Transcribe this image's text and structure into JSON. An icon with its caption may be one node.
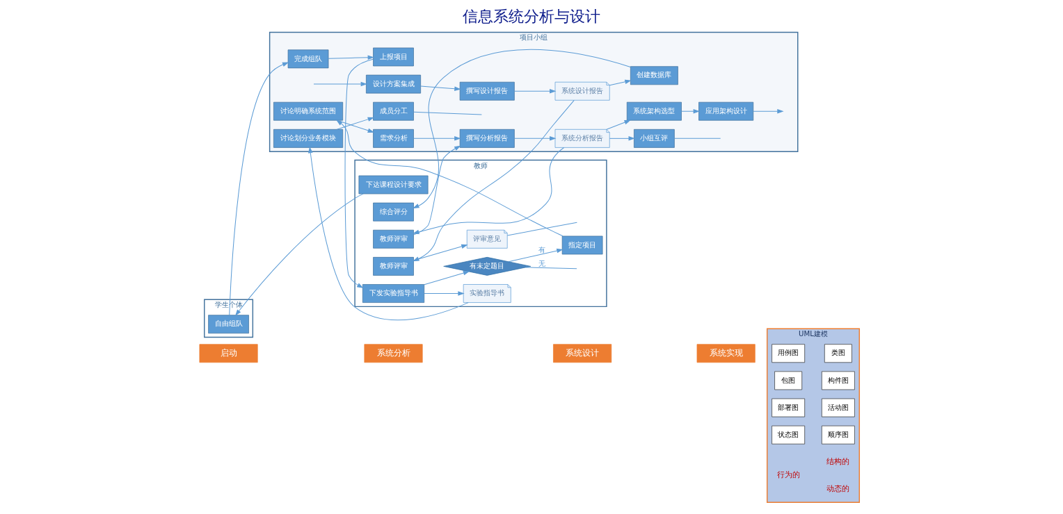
{
  "diagram": {
    "title": "信息系统分析与设计",
    "nodes": [
      {
        "text": [
          "启动"
        ]
      },
      {
        "text": [
          "系统分析"
        ]
      },
      {
        "text": [
          "系统设计"
        ]
      },
      {
        "text": [
          "系统实现"
        ]
      },
      {
        "text": [
          "UML建模"
        ]
      },
      {
        "text": [
          "教师"
        ]
      },
      {
        "text": [
          "学生个体"
        ]
      },
      {
        "text": [
          "项目小组"
        ]
      },
      {
        "text": [
          "下达课程设计要求"
        ],
        "in": 5
      },
      {
        "text": [
          "下发实验指导书"
        ],
        "in": 5
      },
      {
        "text": [
          "有未定题目"
        ],
        "in": 5
      },
      {
        "text": [
          "实验指导书"
        ],
        "in": 5
      },
      {
        "text": [
          "指定项目"
        ],
        "in": 5
      },
      {
        "text": [
          "教师评审"
        ],
        "in": 5
      },
      {
        "text": [
          "教师评审"
        ],
        "in": 5
      },
      {
        "text": [
          "评审意见"
        ],
        "in": 5
      },
      {
        "text": [
          "综合评分"
        ],
        "in": 5
      },
      {
        "text": [
          "自由组队"
        ],
        "in": 6
      },
      {
        "text": [
          "完成组队"
        ],
        "in": 7
      },
      {
        "text": [
          "上报项目"
        ],
        "in": 7
      },
      {
        "text": [
          "讨论划分业务模块"
        ],
        "in": 7
      },
      {
        "text": [
          "成员分工"
        ],
        "in": 7
      },
      {
        "text": [
          "讨论明确系统范围"
        ],
        "in": 7
      },
      {
        "text": [
          "需求分析"
        ],
        "in": 7
      },
      {
        "text": [
          "小组互评"
        ],
        "in": 7
      },
      {
        "text": [
          "系统分析报告"
        ],
        "in": 7
      },
      {
        "text": [
          "撰写分析报告"
        ],
        "in": 7
      },
      {
        "text": [
          "应用架构设计"
        ],
        "in": 7
      },
      {
        "text": [
          "系统架构选型"
        ],
        "in": 7
      },
      {
        "text": [
          "设计方案集成"
        ],
        "in": 7
      },
      {
        "text": [
          "撰写设计报告"
        ],
        "in": 7
      },
      {
        "text": [
          "系统设计报告"
        ],
        "in": 7
      },
      {
        "text": [
          "创建数据库"
        ],
        "in": 7
      },
      {
        "text": [
          "用例图"
        ],
        "in": 4
      },
      {
        "text": [
          "类图"
        ],
        "in": 4
      },
      {
        "text": [
          "包图"
        ],
        "in": 4
      },
      {
        "text": [
          "构件图"
        ],
        "in": 4
      },
      {
        "text": [
          "部署图"
        ],
        "in": 4
      },
      {
        "text": [
          "活动图"
        ],
        "in": 4
      },
      {
        "text": [
          "状态图"
        ],
        "in": 4
      },
      {
        "text": [
          "顺序图"
        ],
        "in": 4
      }
    ],
    "edges": [
      {
        "from": 8,
        "to": 17,
        "arrow": "to"
      },
      {
        "from": 17,
        "to": 18,
        "arrow": "to"
      },
      {
        "from": 18,
        "to": 19,
        "arrow": "to"
      },
      {
        "from": 19,
        "to": 9,
        "arrow": "to"
      },
      {
        "from": 9,
        "to": 10,
        "arrow": "to"
      },
      {
        "from": 9,
        "to": 11,
        "arrow": "to"
      },
      {
        "from": 10,
        "to": 12,
        "arrow": "to",
        "label": "有"
      },
      {
        "from": 10,
        "to": null,
        "arrow": "none",
        "label": "无"
      },
      {
        "from": 11,
        "to": 20,
        "arrow": "to"
      },
      {
        "from": 12,
        "to": 22,
        "arrow": "to"
      },
      {
        "from": 20,
        "to": 21,
        "arrow": "to"
      },
      {
        "from": 21,
        "to": null,
        "arrow": "none"
      },
      {
        "from": 22,
        "to": 23,
        "arrow": "to"
      },
      {
        "from": 23,
        "to": 26,
        "arrow": "to"
      },
      {
        "from": 13,
        "to": 26,
        "arrow": "to"
      },
      {
        "from": 26,
        "to": 25,
        "arrow": "to"
      },
      {
        "from": 25,
        "to": 24,
        "arrow": "to"
      },
      {
        "from": 24,
        "to": null,
        "arrow": "none"
      },
      {
        "from": 25,
        "to": 13,
        "arrow": "to"
      },
      {
        "from": 25,
        "to": 28,
        "arrow": "to"
      },
      {
        "from": 28,
        "to": 27,
        "arrow": "to"
      },
      {
        "from": 27,
        "to": null,
        "arrow": "to"
      },
      {
        "from": null,
        "to": 29,
        "arrow": "to"
      },
      {
        "from": 29,
        "to": 30,
        "arrow": "to"
      },
      {
        "from": 30,
        "to": 31,
        "arrow": "to"
      },
      {
        "from": 31,
        "to": 14,
        "arrow": "to"
      },
      {
        "from": 14,
        "to": 15,
        "arrow": "to"
      },
      {
        "from": 15,
        "to": null,
        "arrow": "none"
      },
      {
        "from": 31,
        "to": 32,
        "arrow": "to"
      },
      {
        "from": 32,
        "to": 16,
        "arrow": "to"
      }
    ],
    "labels": [
      "行为的",
      "结构的",
      "动态的"
    ]
  }
}
